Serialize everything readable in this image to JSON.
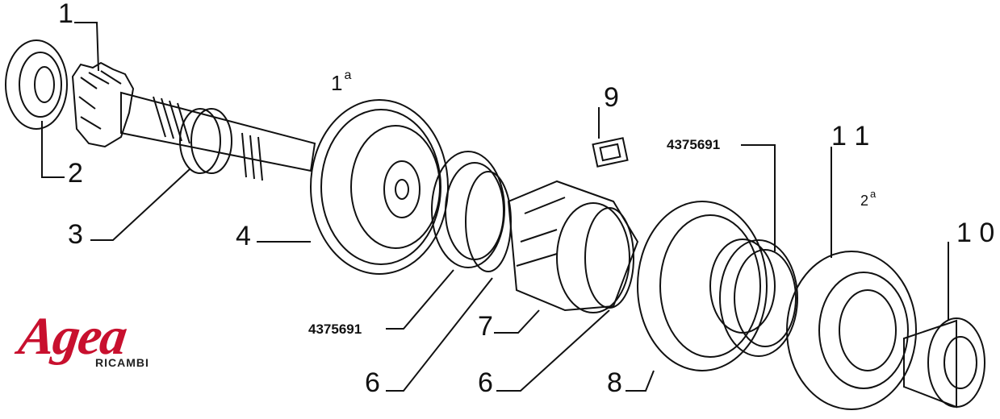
{
  "labels": {
    "l1": "1",
    "l2": "2",
    "l3": "3",
    "l4": "4",
    "l6a": "6",
    "l6b": "6",
    "l7": "7",
    "l8": "8",
    "l9": "9",
    "l10": "1 0",
    "l11": "1 1",
    "part_top": "4375691",
    "part_bottom": "4375691",
    "gear1": "1",
    "gear1_sup": "a",
    "gear2": "2",
    "gear2_sup": "a"
  },
  "logo": {
    "brand": "Agea",
    "sub": "RICAMBI",
    "color": "#c8102e"
  }
}
